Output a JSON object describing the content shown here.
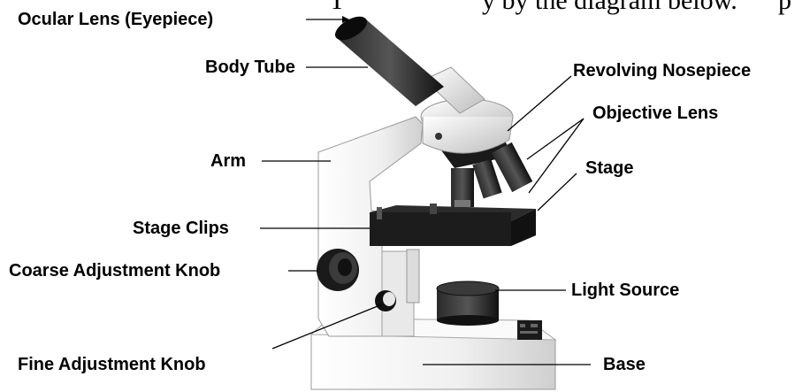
{
  "header_fragment": {
    "left": "T",
    "right": "y by the diagram below.",
    "edge": "p"
  },
  "labels": {
    "ocular_lens": "Ocular Lens (Eyepiece)",
    "body_tube": "Body Tube",
    "arm": "Arm",
    "stage_clips": "Stage Clips",
    "coarse_knob": "Coarse Adjustment Knob",
    "fine_knob": "Fine Adjustment Knob",
    "revolving_nosepiece": "Revolving Nosepiece",
    "objective_lens": "Objective Lens",
    "stage": "Stage",
    "light_source": "Light Source",
    "base": "Base"
  },
  "colors": {
    "label_text": "#000000",
    "microscope_body": "#f2f2f2",
    "microscope_dark": "#1a1a1a"
  }
}
